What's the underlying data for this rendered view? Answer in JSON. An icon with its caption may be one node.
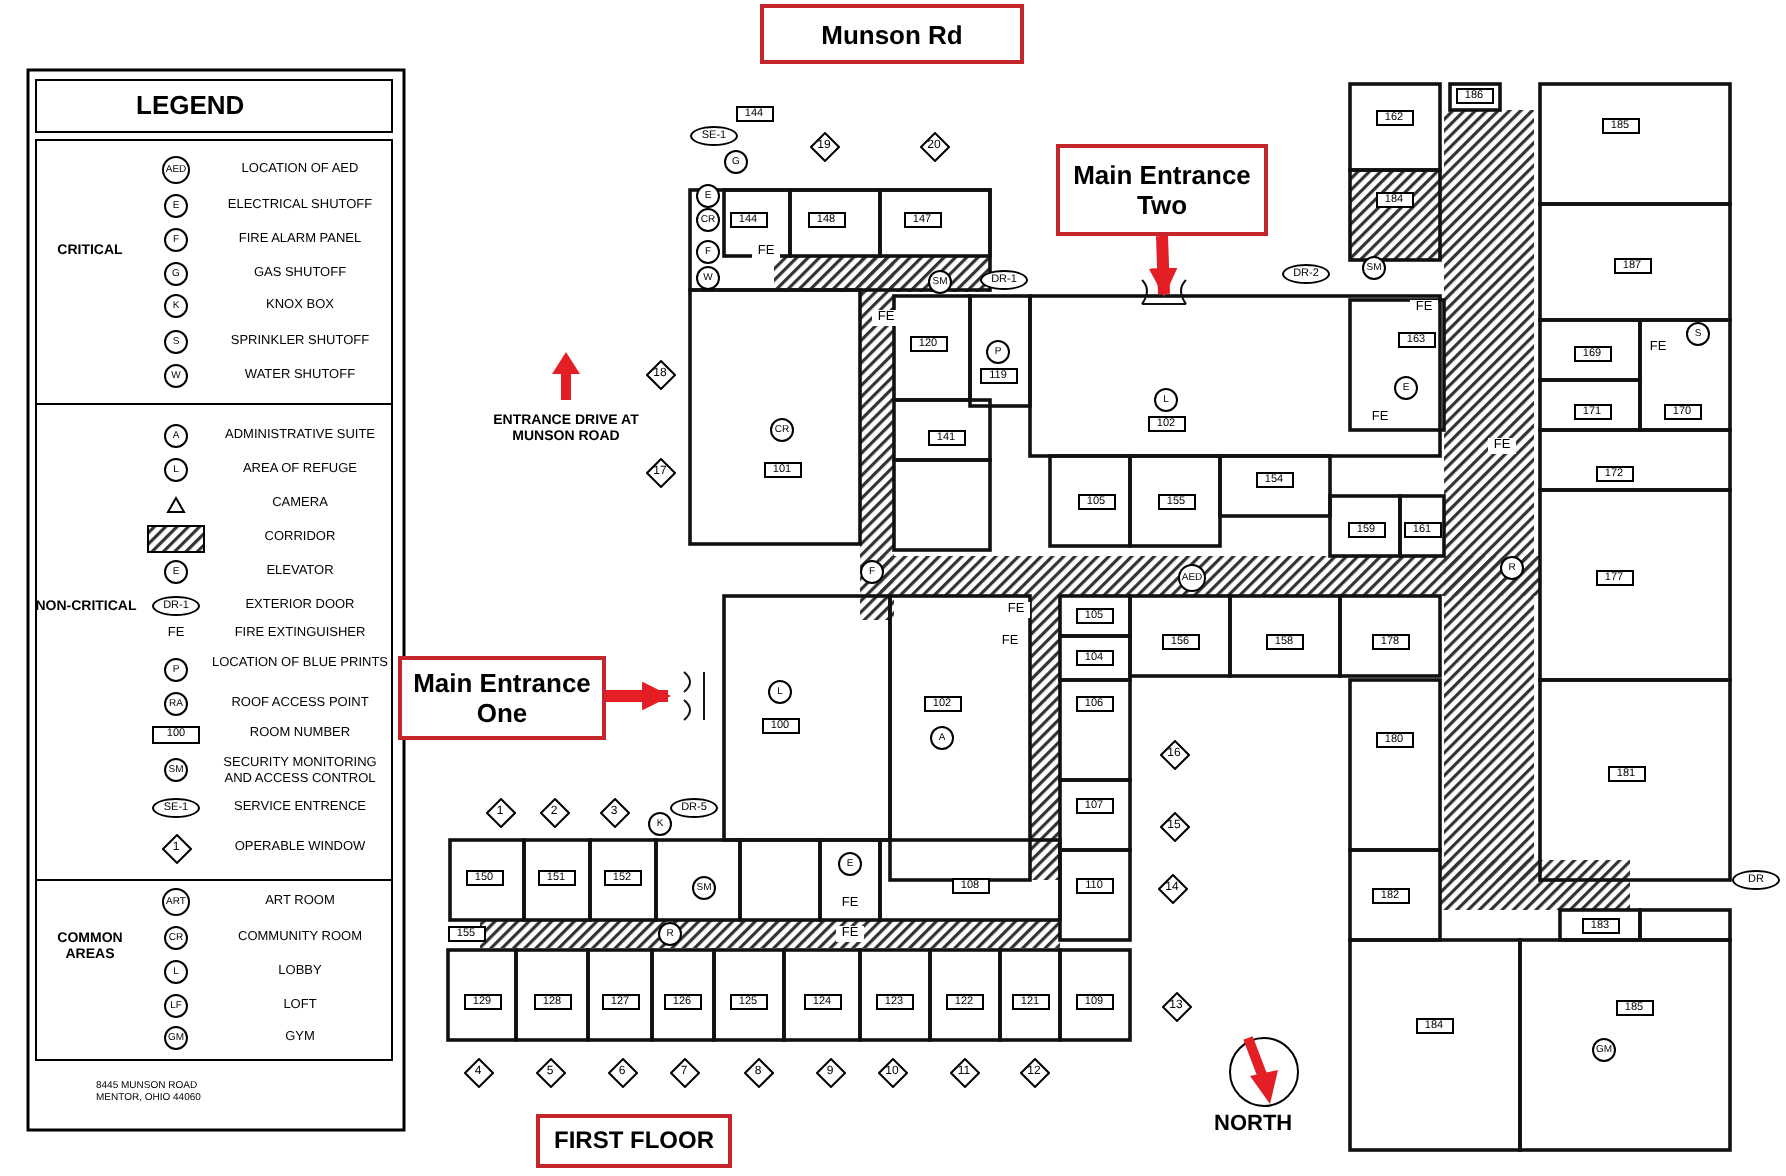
{
  "diagram": {
    "nodes": [
      {
        "text": [
          "Munson Rd"
        ]
      },
      {
        "text": [
          "Main Entrance Two"
        ]
      },
      {
        "text": [
          "Main Entrance One"
        ]
      },
      {
        "text": [
          "FIRST FLOOR"
        ]
      }
    ],
    "edges": [
      {
        "from": 1,
        "to": null,
        "arrow": "to"
      },
      {
        "from": 2,
        "to": null,
        "arrow": "to"
      }
    ],
    "labels": [
      "LEGEND",
      "CRITICAL",
      "NON-CRITICAL",
      "COMMON AREAS",
      "AED",
      "E",
      "F",
      "G",
      "K",
      "S",
      "W",
      "A",
      "L",
      "E",
      "DR-1",
      "FE",
      "P",
      "RA",
      "100",
      "SM",
      "SE-1",
      "1",
      "ART",
      "CR",
      "L",
      "LF",
      "GM",
      "8445 MUNSON ROAD",
      "MENTOR, OHIO 44060",
      "ENTRANCE DRIVE AT MUNSON ROAD",
      "NORTH",
      "144",
      "SE-1",
      "G",
      "19",
      "20",
      "E",
      "CR",
      "144",
      "148",
      "147",
      "F",
      "FE",
      "W",
      "SM",
      "DR-1",
      "FE",
      "120",
      "P",
      "18",
      "119",
      "L",
      "102",
      "CR",
      "141",
      "17",
      "101",
      "105",
      "155",
      "F",
      "AED",
      "186",
      "162",
      "185",
      "184",
      "187",
      "DR-2",
      "SM",
      "FE",
      "163",
      "S",
      "169",
      "FE",
      "E",
      "FE",
      "171",
      "170",
      "FE",
      "172",
      "154",
      "159",
      "161",
      "R",
      "177",
      "FE",
      "105",
      "FE",
      "156",
      "158",
      "178",
      "104",
      "L",
      "102",
      "106",
      "100",
      "A",
      "180",
      "16",
      "181",
      "1",
      "2",
      "3",
      "K",
      "DR-5",
      "107",
      "15",
      "E",
      "150",
      "151",
      "152",
      "SM",
      "108",
      "110",
      "14",
      "182",
      "DR",
      "FE",
      "155",
      "R",
      "FE",
      "183",
      "129",
      "128",
      "127",
      "126",
      "125",
      "124",
      "123",
      "122",
      "121",
      "109",
      "13",
      "185",
      "184",
      "GM",
      "4",
      "5",
      "6",
      "7",
      "8",
      "9",
      "10",
      "11",
      "12"
    ],
    "legend": [
      {
        "text": "LOCATION OF AED"
      },
      {
        "text": "ELECTRICAL SHUTOFF"
      },
      {
        "text": "FIRE ALARM PANEL"
      },
      {
        "text": "GAS SHUTOFF"
      },
      {
        "text": "KNOX BOX"
      },
      {
        "text": "SPRINKLER SHUTOFF"
      },
      {
        "text": "WATER SHUTOFF"
      },
      {
        "text": "ADMINISTRATIVE SUITE"
      },
      {
        "text": "AREA OF REFUGE"
      },
      {
        "text": "CAMERA"
      },
      {
        "text": "CORRIDOR"
      },
      {
        "text": "ELEVATOR"
      },
      {
        "text": "EXTERIOR DOOR"
      },
      {
        "text": "FIRE EXTINGUISHER"
      },
      {
        "text": "LOCATION OF BLUE PRINTS"
      },
      {
        "text": "ROOF ACCESS POINT"
      },
      {
        "text": "ROOM NUMBER"
      },
      {
        "text": "SECURITY MONITORING AND ACCESS CONTROL"
      },
      {
        "text": "SERVICE ENTRENCE"
      },
      {
        "text": "OPERABLE WINDOW"
      },
      {
        "text": "ART ROOM"
      },
      {
        "text": "COMMUNITY ROOM"
      },
      {
        "text": "LOBBY"
      },
      {
        "text": "LOFT"
      },
      {
        "text": "GYM"
      }
    ]
  }
}
